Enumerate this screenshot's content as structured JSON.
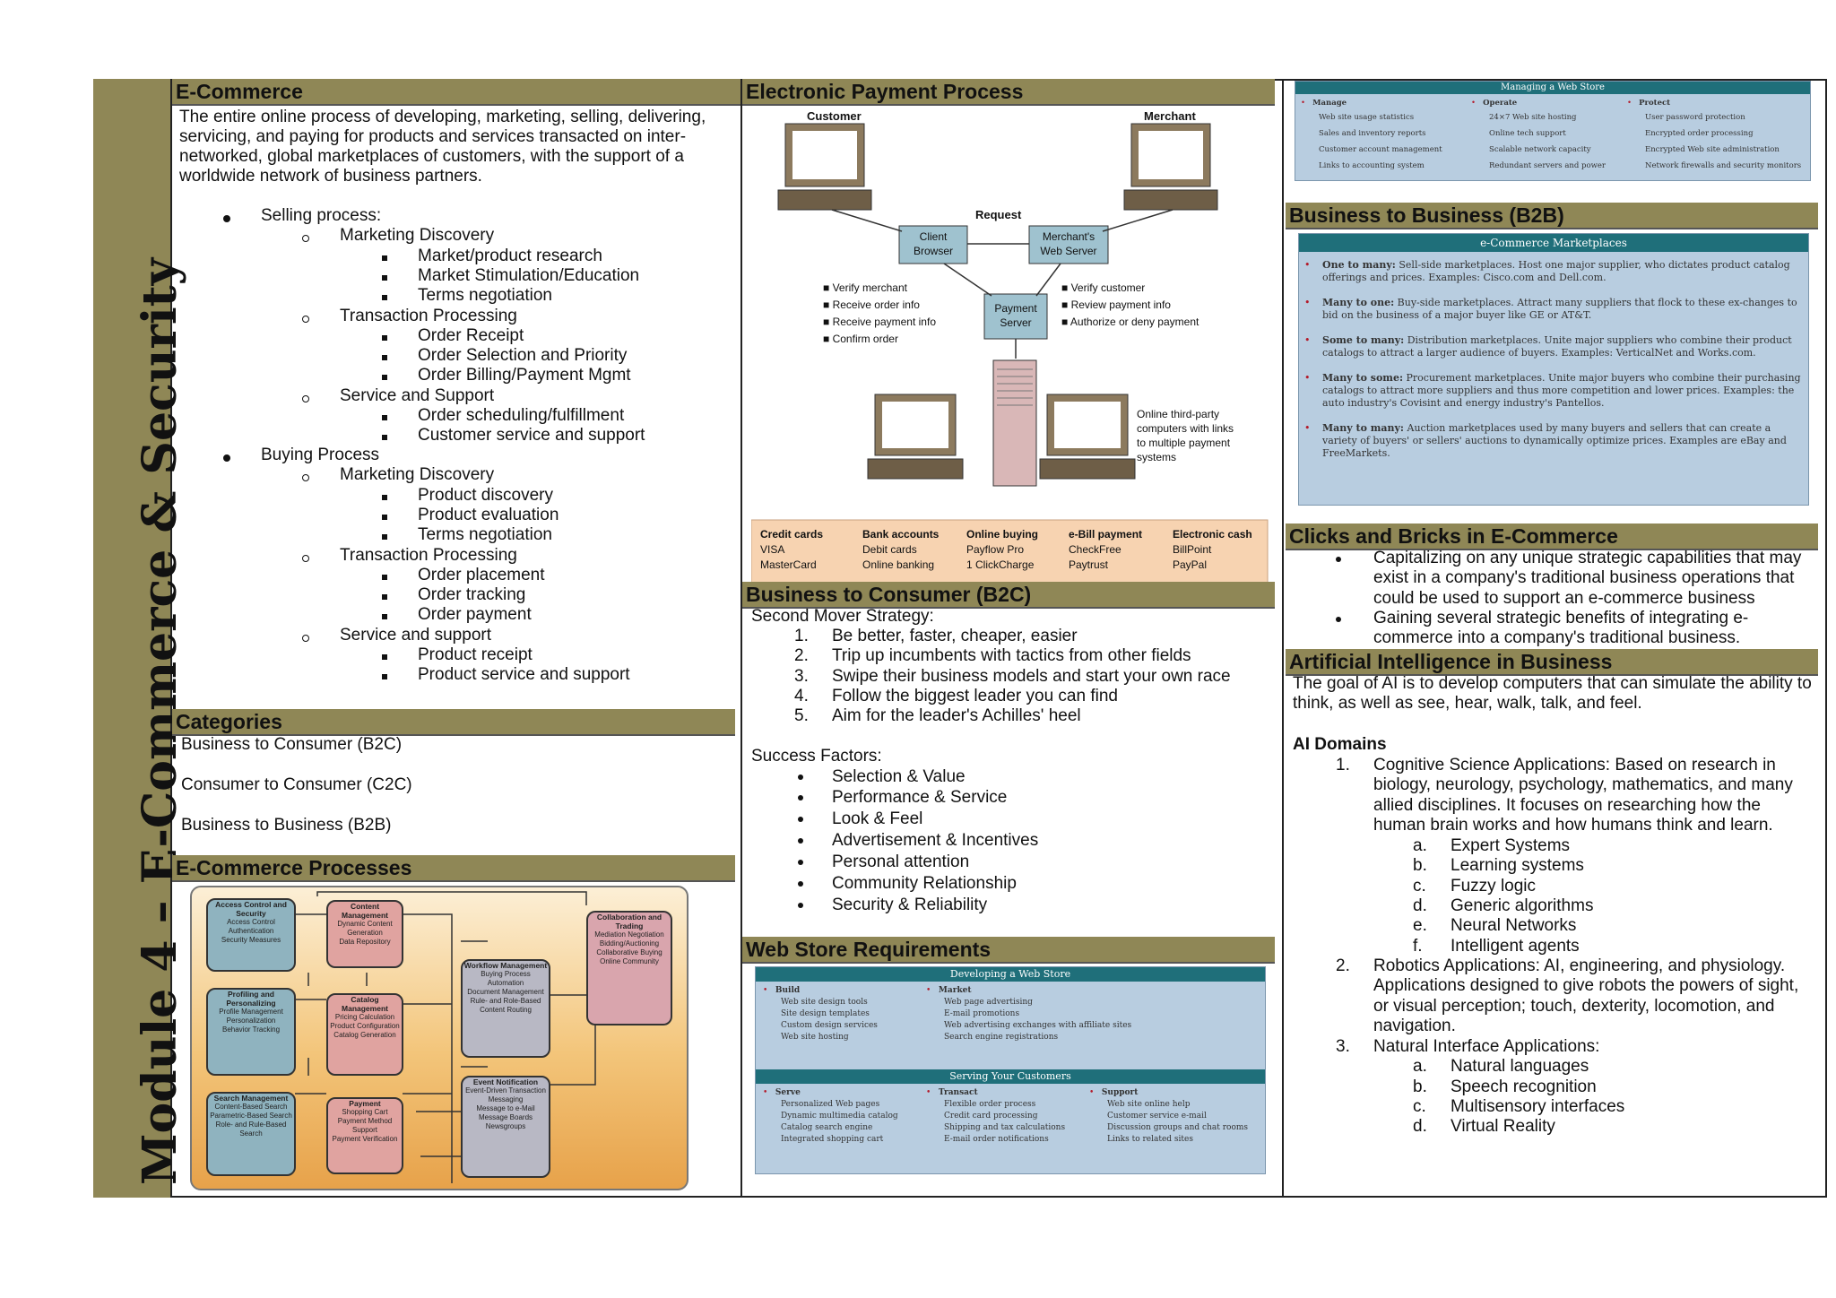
{
  "module_title": "Module 4 – E-Commerce & Security",
  "ecommerce": {
    "heading": "E-Commerce",
    "definition": " The entire online process of developing, marketing, selling, delivering, servicing, and paying for products and services transacted on inter-networked, global marketplaces of customers, with the support of a worldwide network of business partners.",
    "selling": {
      "label": "Selling process:",
      "groups": [
        {
          "label": "Marketing Discovery",
          "items": [
            "Market/product research",
            "Market Stimulation/Education",
            "Terms negotiation"
          ]
        },
        {
          "label": "Transaction Processing",
          "items": [
            "Order Receipt",
            "Order Selection and Priority",
            "Order Billing/Payment Mgmt"
          ]
        },
        {
          "label": "Service and Support",
          "items": [
            "Order scheduling/fulfillment",
            "Customer service and support"
          ]
        }
      ]
    },
    "buying": {
      "label": "Buying Process",
      "groups": [
        {
          "label": "Marketing Discovery",
          "items": [
            "Product discovery",
            "Product evaluation",
            "Terms negotiation"
          ]
        },
        {
          "label": "Transaction Processing",
          "items": [
            "Order placement",
            "Order tracking",
            "Order payment"
          ]
        },
        {
          "label": "Service and support",
          "items": [
            "Product receipt",
            "Product service and support"
          ]
        }
      ]
    }
  },
  "categories": {
    "heading": "Categories",
    "items": [
      "Business to Consumer (B2C)",
      "Consumer to Consumer (C2C)",
      "Business to Business (B2B)"
    ]
  },
  "processes": {
    "heading": "E-Commerce Processes",
    "boxes": [
      {
        "title": "Access Control and Security",
        "items": [
          "Access Control",
          "Authentication",
          "Security Measures"
        ]
      },
      {
        "title": "Profiling and Personalizing",
        "items": [
          "Profile Management",
          "Personalization",
          "Behavior Tracking"
        ]
      },
      {
        "title": "Search Management",
        "items": [
          "Content-Based Search",
          "Parametric-Based Search",
          "Role- and Rule-Based Search"
        ]
      },
      {
        "title": "Content Management",
        "items": [
          "Dynamic Content Generation",
          "Data Repository"
        ]
      },
      {
        "title": "Catalog Management",
        "items": [
          "Pricing Calculation",
          "Product Configuration",
          "Catalog Generation"
        ]
      },
      {
        "title": "Payment",
        "items": [
          "Shopping Cart",
          "Payment Method Support",
          "Payment Verification"
        ]
      },
      {
        "title": "Workflow Management",
        "items": [
          "Buying Process Automation",
          "Document Management",
          "Rule- and Role-Based Content Routing"
        ]
      },
      {
        "title": "Event Notification",
        "items": [
          "Event-Driven Transaction Messaging",
          "Message to e-Mail Message Boards Newsgroups"
        ]
      },
      {
        "title": "Collaboration and Trading",
        "items": [
          "Mediation Negotiation",
          "Bidding/Auctioning Collaborative Buying",
          "Online Community"
        ]
      }
    ]
  },
  "payment": {
    "heading": "Electronic Payment Process",
    "customer": "Customer",
    "merchant": "Merchant",
    "request": "Request",
    "client": "Client Browser",
    "server": "Merchant's Web Server",
    "payment_server": "Payment Server",
    "left_list": [
      "Verify merchant",
      "Receive order info",
      "Receive payment info",
      "Confirm order"
    ],
    "right_list": [
      "Verify customer",
      "Review payment info",
      "Authorize or deny payment"
    ],
    "third_party": "Online third-party computers with links to multiple payment systems",
    "methods": [
      {
        "title": "Credit cards",
        "a": "VISA",
        "b": "MasterCard"
      },
      {
        "title": "Bank accounts",
        "a": "Debit cards",
        "b": "Online banking"
      },
      {
        "title": "Online buying",
        "a": "Payflow Pro",
        "b": "1 ClickCharge"
      },
      {
        "title": "e-Bill payment",
        "a": "CheckFree",
        "b": "Paytrust"
      },
      {
        "title": "Electronic cash",
        "a": "BillPoint",
        "b": "PayPal"
      }
    ]
  },
  "b2c": {
    "heading": "Business to Consumer (B2C)",
    "strategy_label": "Second Mover Strategy:",
    "strategy": [
      "Be better, faster, cheaper, easier",
      "Trip up incumbents with tactics from other fields",
      "Swipe their business models and start your own race",
      "Follow the biggest leader you can find",
      "Aim for the leader's Achilles' heel"
    ],
    "success_label": "Success Factors:",
    "success": [
      "Selection & Value",
      "Performance & Service",
      "Look & Feel",
      "Advertisement & Incentives",
      "Personal attention",
      "Community Relationship",
      "Security & Reliability"
    ]
  },
  "webstore": {
    "heading": "Web Store Requirements",
    "dev_title": "Developing a Web Store",
    "build": {
      "title": "Build",
      "items": [
        "Web site design tools",
        "Site design templates",
        "Custom design services",
        "Web site hosting"
      ]
    },
    "market": {
      "title": "Market",
      "items": [
        "Web page advertising",
        "E-mail promotions",
        "Web advertising exchanges with affiliate sites",
        "Search engine registrations"
      ]
    },
    "serve_title": "Serving Your Customers",
    "serve": {
      "title": "Serve",
      "items": [
        "Personalized Web pages",
        "Dynamic multimedia catalog",
        "Catalog search engine",
        "Integrated shopping cart"
      ]
    },
    "transact": {
      "title": "Transact",
      "items": [
        "Flexible order process",
        "Credit card processing",
        "Shipping and tax calculations",
        "E-mail order notifications"
      ]
    },
    "support": {
      "title": "Support",
      "items": [
        "Web site online help",
        "Customer service e-mail",
        "Discussion groups and chat rooms",
        "Links to related sites"
      ]
    }
  },
  "managing": {
    "title": "Managing a Web Store",
    "manage": {
      "title": "Manage",
      "items": [
        "Web site usage statistics",
        "Sales and inventory reports",
        "Customer account management",
        "Links to accounting system"
      ]
    },
    "operate": {
      "title": "Operate",
      "items": [
        "24×7 Web site hosting",
        "Online tech support",
        "Scalable network capacity",
        "Redundant servers and power"
      ]
    },
    "protect": {
      "title": "Protect",
      "items": [
        "User password protection",
        "Encrypted order processing",
        "Encrypted Web site administration",
        "Network firewalls and security monitors"
      ]
    }
  },
  "b2b": {
    "heading": "Business to Business (B2B)",
    "panel_title": "e-Commerce Marketplaces",
    "items": [
      {
        "label": "One to many:",
        "text": "Sell-side marketplaces. Host one major supplier, who dictates product catalog offerings and prices. Examples: Cisco.com and Dell.com."
      },
      {
        "label": "Many to one:",
        "text": "Buy-side marketplaces. Attract many suppliers that flock to these ex-changes to bid on the business of a major buyer like GE or AT&T."
      },
      {
        "label": "Some to many:",
        "text": "Distribution marketplaces. Unite major suppliers who combine their product catalogs to attract a larger audience of buyers. Examples: VerticalNet and Works.com."
      },
      {
        "label": "Many to some:",
        "text": "Procurement marketplaces. Unite major buyers who combine their purchasing catalogs to attract more suppliers and thus more competition and lower prices. Examples: the auto industry's Covisint and energy industry's Pantellos."
      },
      {
        "label": "Many to many:",
        "text": "Auction marketplaces used by many buyers and sellers that can create a variety of buyers' or sellers' auctions to dynamically optimize prices. Examples are eBay and FreeMarkets."
      }
    ]
  },
  "clicks": {
    "heading": "Clicks and Bricks in E-Commerce",
    "items": [
      "Capitalizing on any unique strategic capabilities that may exist in a company's traditional business operations that could be used to support an e-commerce business",
      "Gaining several strategic benefits of integrating e-commerce into a company's traditional business."
    ]
  },
  "ai": {
    "heading": "Artificial Intelligence in Business",
    "goal": "The goal of AI is to develop computers that can simulate the ability to think, as well as see, hear, walk, talk, and feel.",
    "domains_label": "AI Domains",
    "d1": "Cognitive Science Applications: Based on research in biology, neurology, psychology, mathematics, and many allied disciplines. It focuses on researching how the human brain works and how humans think and learn.",
    "d1_items": [
      "Expert Systems",
      "Learning systems",
      "Fuzzy logic",
      "Generic algorithms",
      "Neural Networks",
      "Intelligent agents"
    ],
    "d2": "Robotics Applications: AI, engineering, and physiology. Applications designed to give robots the powers of sight, or visual perception; touch, dexterity, locomotion, and navigation.",
    "d3": "Natural Interface Applications:",
    "d3_items": [
      "Natural languages",
      "Speech recognition",
      "Multisensory interfaces",
      "Virtual Reality"
    ]
  }
}
